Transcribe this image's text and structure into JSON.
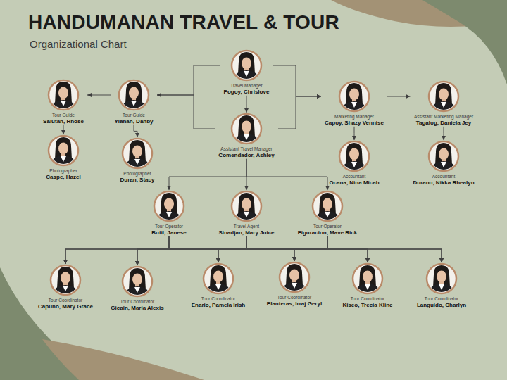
{
  "diagram": {
    "title": "HANDUMANAN TRAVEL & TOUR",
    "nodes": [
      {
        "text": [
          "Travel Manager",
          "Pogoy, Chrislove"
        ]
      },
      {
        "text": [
          "Tour Guide",
          "Salutan, Rhose"
        ]
      },
      {
        "text": [
          "Tour Guide",
          "Ylanan, Danby"
        ]
      },
      {
        "text": [
          "Marketing Manager",
          "Capoy, Shazy Vennise"
        ]
      },
      {
        "text": [
          "Assistant Marketing Manager",
          "Tagalog, Daniela Jey"
        ]
      },
      {
        "text": [
          "Photographer",
          "Caspe, Hazel"
        ]
      },
      {
        "text": [
          "Photographer",
          "Duran, Stacy"
        ]
      },
      {
        "text": [
          "Assistant Travel Manager",
          "Comendador, Ashley"
        ]
      },
      {
        "text": [
          "Accountant",
          "Ocana, Nina Micah"
        ]
      },
      {
        "text": [
          "Accountant",
          "Durano, Nikka Rhealyn"
        ]
      },
      {
        "text": [
          "Tour Operator",
          "Butil, Janese"
        ]
      },
      {
        "text": [
          "Travel Agent",
          "Sinadjan, Mary Joice"
        ]
      },
      {
        "text": [
          "Tour Operator",
          "Figuracion, Mave Rick"
        ]
      },
      {
        "text": [
          "Tour Coordinator",
          "Capuno, Mary Grace"
        ]
      },
      {
        "text": [
          "Tour Coordinator",
          "Gicain, Maria Alexis"
        ]
      },
      {
        "text": [
          "Tour Coordinator",
          "Enario, Pamela Irish"
        ]
      },
      {
        "text": [
          "Tour Coordinator",
          "Planteras, Irraj Geryl"
        ]
      },
      {
        "text": [
          "Tour Coordinator",
          "Kiseo, Trecia Kline"
        ]
      },
      {
        "text": [
          "Tour Coordinator",
          "Languido, Charlyn"
        ]
      }
    ],
    "edges": [
      {
        "from": 0,
        "to": 7,
        "arrow": "to"
      },
      {
        "from": 0,
        "to": 2,
        "arrow": "to"
      },
      {
        "from": 7,
        "to": 2,
        "arrow": "to"
      },
      {
        "from": 0,
        "to": 3,
        "arrow": "to"
      },
      {
        "from": 7,
        "to": 3,
        "arrow": "to"
      },
      {
        "from": 2,
        "to": 1,
        "arrow": "to"
      },
      {
        "from": 1,
        "to": 5,
        "arrow": "to"
      },
      {
        "from": 2,
        "to": 6,
        "arrow": "to"
      },
      {
        "from": 3,
        "to": 4,
        "arrow": "to"
      },
      {
        "from": 3,
        "to": 8,
        "arrow": "to"
      },
      {
        "from": 4,
        "to": 9,
        "arrow": "to"
      },
      {
        "from": 7,
        "to": 10,
        "arrow": "to"
      },
      {
        "from": 7,
        "to": 11,
        "arrow": "to"
      },
      {
        "from": 7,
        "to": 12,
        "arrow": "to"
      },
      {
        "from": 10,
        "to": 13,
        "arrow": "to"
      },
      {
        "from": 10,
        "to": 14,
        "arrow": "to"
      },
      {
        "from": 10,
        "to": 15,
        "arrow": "to"
      },
      {
        "from": 10,
        "to": 16,
        "arrow": "to"
      },
      {
        "from": 10,
        "to": 17,
        "arrow": "to"
      },
      {
        "from": 10,
        "to": 18,
        "arrow": "to"
      },
      {
        "from": 11,
        "to": 13,
        "arrow": "to"
      },
      {
        "from": 11,
        "to": 14,
        "arrow": "to"
      },
      {
        "from": 11,
        "to": 15,
        "arrow": "to"
      },
      {
        "from": 11,
        "to": 16,
        "arrow": "to"
      },
      {
        "from": 11,
        "to": 17,
        "arrow": "to"
      },
      {
        "from": 11,
        "to": 18,
        "arrow": "to"
      },
      {
        "from": 12,
        "to": 13,
        "arrow": "to"
      },
      {
        "from": 12,
        "to": 14,
        "arrow": "to"
      },
      {
        "from": 12,
        "to": 15,
        "arrow": "to"
      },
      {
        "from": 12,
        "to": 16,
        "arrow": "to"
      },
      {
        "from": 12,
        "to": 17,
        "arrow": "to"
      },
      {
        "from": 12,
        "to": 18,
        "arrow": "to"
      }
    ],
    "labels": [
      "Organizational Chart"
    ]
  }
}
